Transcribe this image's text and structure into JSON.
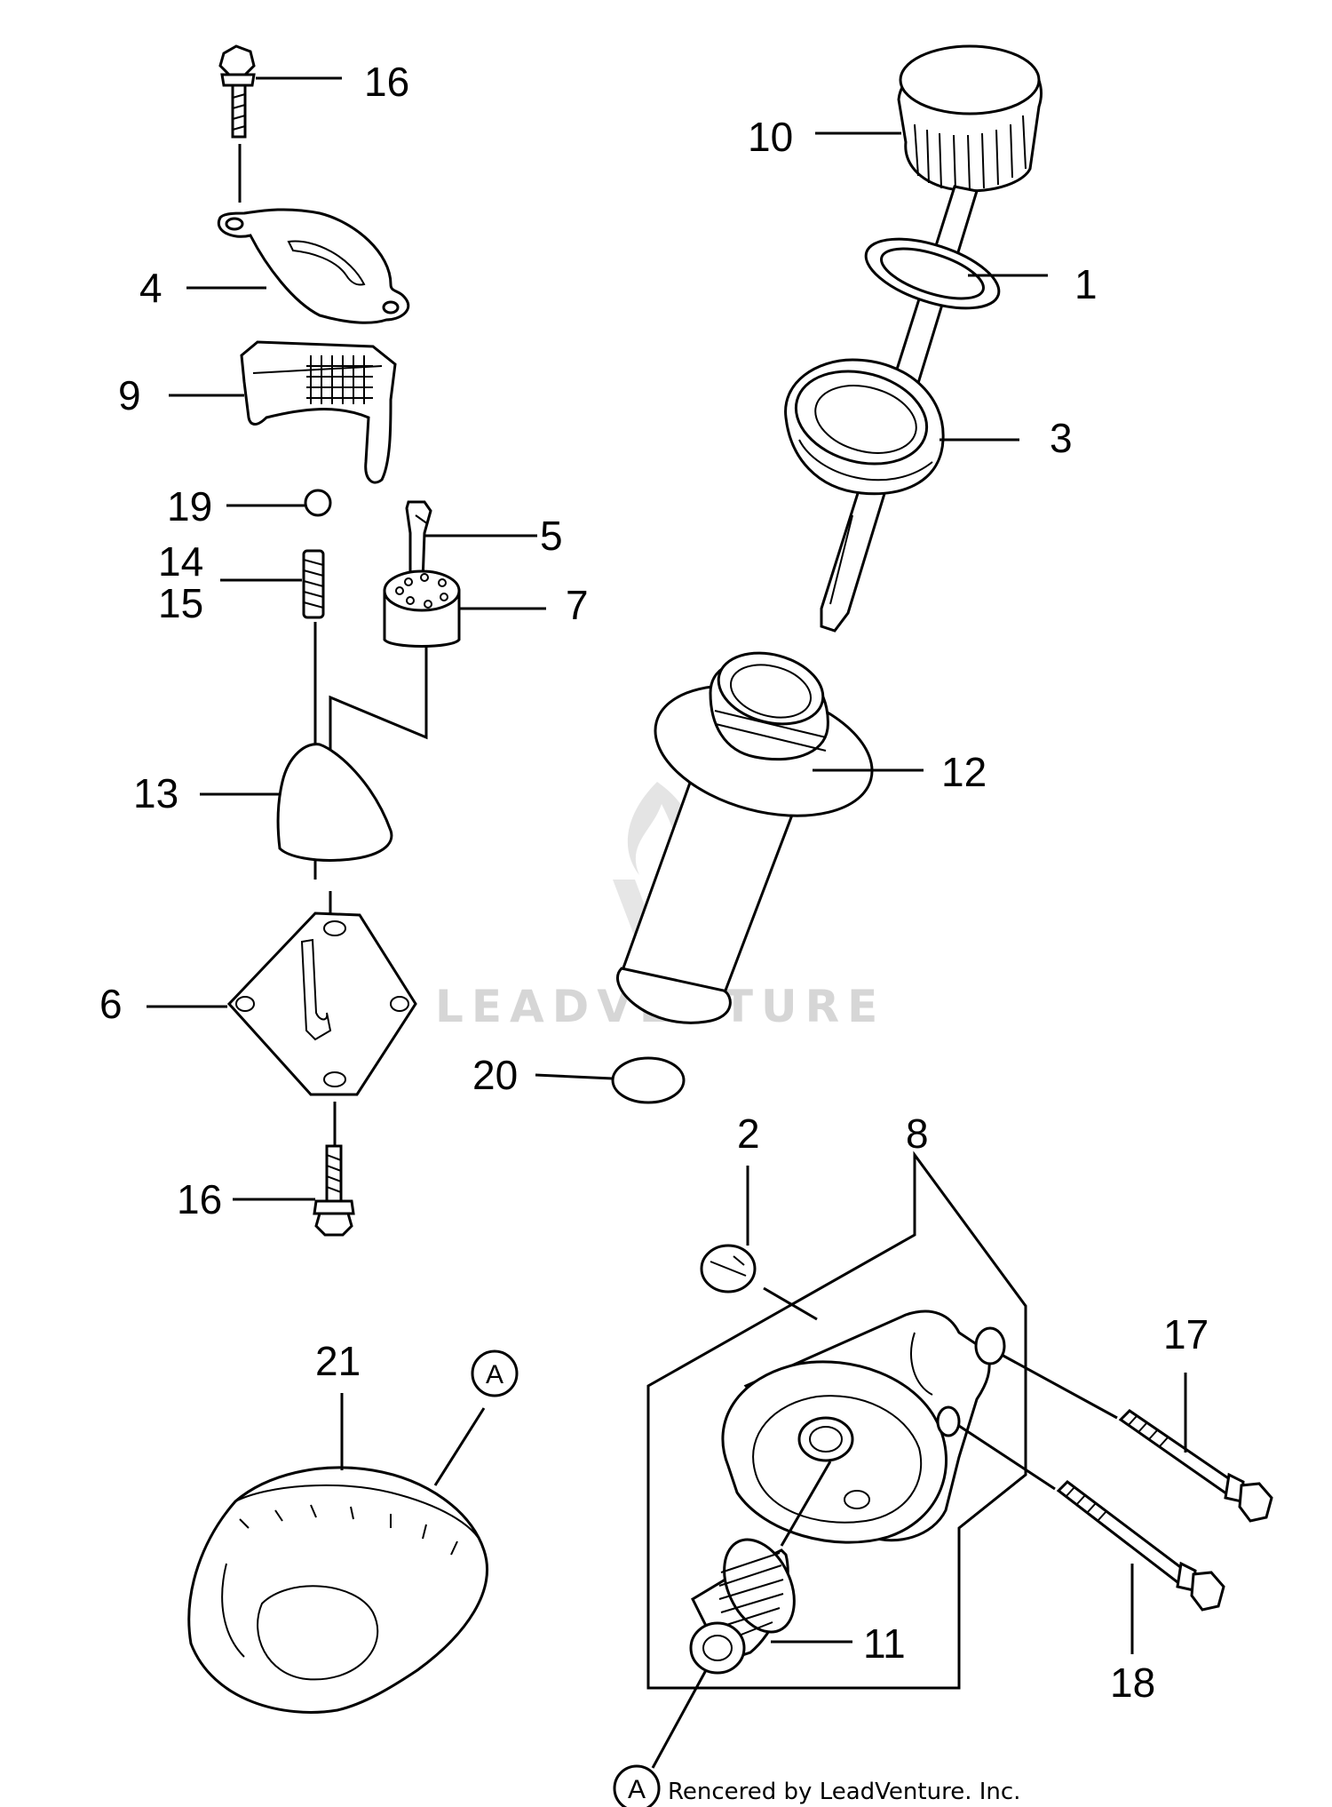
{
  "parts": [
    {
      "id": "label-16-top",
      "text": "16"
    },
    {
      "id": "label-4",
      "text": "4"
    },
    {
      "id": "label-9",
      "text": "9"
    },
    {
      "id": "label-19",
      "text": "19"
    },
    {
      "id": "label-14",
      "text": "14"
    },
    {
      "id": "label-15",
      "text": "15"
    },
    {
      "id": "label-5",
      "text": "5"
    },
    {
      "id": "label-7",
      "text": "7"
    },
    {
      "id": "label-13",
      "text": "13"
    },
    {
      "id": "label-6",
      "text": "6"
    },
    {
      "id": "label-16-bottom",
      "text": "16"
    },
    {
      "id": "label-10",
      "text": "10"
    },
    {
      "id": "label-1",
      "text": "1"
    },
    {
      "id": "label-3",
      "text": "3"
    },
    {
      "id": "label-12",
      "text": "12"
    },
    {
      "id": "label-20",
      "text": "20"
    },
    {
      "id": "label-2",
      "text": "2"
    },
    {
      "id": "label-8",
      "text": "8"
    },
    {
      "id": "label-17",
      "text": "17"
    },
    {
      "id": "label-18",
      "text": "18"
    },
    {
      "id": "label-11",
      "text": "11"
    },
    {
      "id": "label-21",
      "text": "21"
    }
  ],
  "reference_markers": [
    {
      "id": "marker-a-upper",
      "text": "A"
    },
    {
      "id": "marker-a-lower",
      "text": "A"
    }
  ],
  "credit": "Rencered by LeadVenture. Inc.",
  "watermark": "LEADVENTURE"
}
